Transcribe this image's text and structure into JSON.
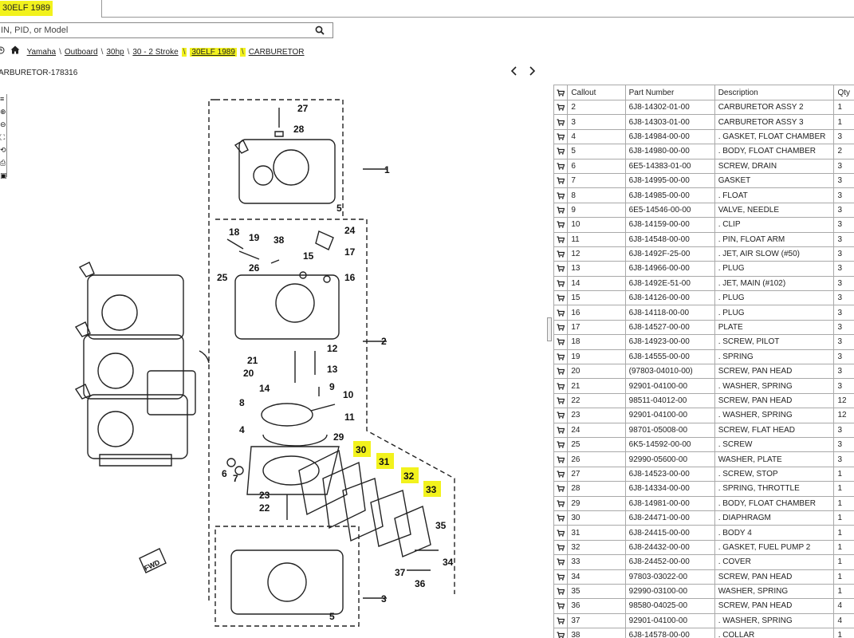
{
  "header": {
    "title": "30ELF 1989"
  },
  "search": {
    "placeholder": "IN, PID, or Model"
  },
  "breadcrumb": {
    "items": [
      "Yamaha",
      "Outboard",
      "30hp",
      "30 - 2 Stroke",
      "30ELF 1989",
      "CARBURETOR"
    ]
  },
  "diagram": {
    "title": "ARBURETOR-178316",
    "callouts": [
      "27",
      "28",
      "1",
      "5",
      "18",
      "19",
      "38",
      "24",
      "17",
      "15",
      "16",
      "25",
      "26",
      "2",
      "21",
      "20",
      "12",
      "13",
      "14",
      "9",
      "10",
      "8",
      "11",
      "4",
      "29",
      "30",
      "31",
      "32",
      "33",
      "6",
      "7",
      "3",
      "23",
      "22",
      "35",
      "34",
      "37",
      "36",
      "5"
    ],
    "highlighted": [
      "30",
      "31",
      "32",
      "33"
    ],
    "fwd_label": "FWD"
  },
  "table": {
    "headers": [
      "Callout",
      "Part Number",
      "Description",
      "Qty"
    ],
    "rows": [
      [
        "2",
        "6J8-14302-01-00",
        "CARBURETOR ASSY 2",
        "1"
      ],
      [
        "3",
        "6J8-14303-01-00",
        "CARBURETOR ASSY 3",
        "1"
      ],
      [
        "4",
        "6J8-14984-00-00",
        ". GASKET, FLOAT CHAMBER",
        "3"
      ],
      [
        "5",
        "6J8-14980-00-00",
        ". BODY, FLOAT CHAMBER",
        "2"
      ],
      [
        "6",
        "6E5-14383-01-00",
        "SCREW, DRAIN",
        "3"
      ],
      [
        "7",
        "6J8-14995-00-00",
        "GASKET",
        "3"
      ],
      [
        "8",
        "6J8-14985-00-00",
        ". FLOAT",
        "3"
      ],
      [
        "9",
        "6E5-14546-00-00",
        "VALVE, NEEDLE",
        "3"
      ],
      [
        "10",
        "6J8-14159-00-00",
        ". CLIP",
        "3"
      ],
      [
        "11",
        "6J8-14548-00-00",
        ". PIN, FLOAT ARM",
        "3"
      ],
      [
        "12",
        "6J8-1492F-25-00",
        ". JET, AIR SLOW (#50)",
        "3"
      ],
      [
        "13",
        "6J8-14966-00-00",
        ". PLUG",
        "3"
      ],
      [
        "14",
        "6J8-1492E-51-00",
        ". JET, MAIN (#102)",
        "3"
      ],
      [
        "15",
        "6J8-14126-00-00",
        ". PLUG",
        "3"
      ],
      [
        "16",
        "6J8-14118-00-00",
        ". PLUG",
        "3"
      ],
      [
        "17",
        "6J8-14527-00-00",
        "PLATE",
        "3"
      ],
      [
        "18",
        "6J8-14923-00-00",
        ". SCREW, PILOT",
        "3"
      ],
      [
        "19",
        "6J8-14555-00-00",
        ". SPRING",
        "3"
      ],
      [
        "20",
        "(97803-04010-00)",
        "SCREW, PAN HEAD",
        "3"
      ],
      [
        "21",
        "92901-04100-00",
        ". WASHER, SPRING",
        "3"
      ],
      [
        "22",
        "98511-04012-00",
        "SCREW, PAN HEAD",
        "12"
      ],
      [
        "23",
        "92901-04100-00",
        ". WASHER, SPRING",
        "12"
      ],
      [
        "24",
        "98701-05008-00",
        "SCREW, FLAT HEAD",
        "3"
      ],
      [
        "25",
        "6K5-14592-00-00",
        ". SCREW",
        "3"
      ],
      [
        "26",
        "92990-05600-00",
        "WASHER, PLATE",
        "3"
      ],
      [
        "27",
        "6J8-14523-00-00",
        ". SCREW, STOP",
        "1"
      ],
      [
        "28",
        "6J8-14334-00-00",
        ". SPRING, THROTTLE",
        "1"
      ],
      [
        "29",
        "6J8-14981-00-00",
        ". BODY, FLOAT CHAMBER",
        "1"
      ],
      [
        "30",
        "6J8-24471-00-00",
        ". DIAPHRAGM",
        "1"
      ],
      [
        "31",
        "6J8-24415-00-00",
        ". BODY 4",
        "1"
      ],
      [
        "32",
        "6J8-24432-00-00",
        ". GASKET, FUEL PUMP 2",
        "1"
      ],
      [
        "33",
        "6J8-24452-00-00",
        ". COVER",
        "1"
      ],
      [
        "34",
        "97803-03022-00",
        "SCREW, PAN HEAD",
        "1"
      ],
      [
        "35",
        "92990-03100-00",
        "WASHER, SPRING",
        "1"
      ],
      [
        "36",
        "98580-04025-00",
        "SCREW, PAN HEAD",
        "4"
      ],
      [
        "37",
        "92901-04100-00",
        ". WASHER, SPRING",
        "4"
      ],
      [
        "38",
        "6J8-14578-00-00",
        ". COLLAR",
        "1"
      ]
    ]
  },
  "icons": {
    "search": "search-icon",
    "home": "home-icon",
    "cart": "cart-icon",
    "prev": "chevron-left-icon",
    "next": "chevron-right-icon"
  }
}
